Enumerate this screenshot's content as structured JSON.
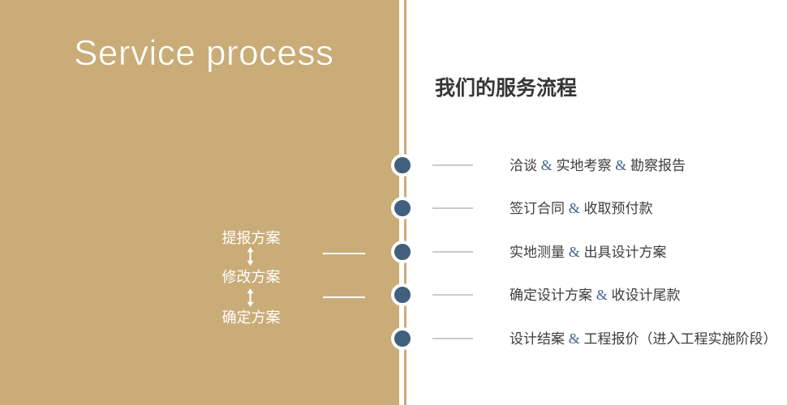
{
  "slide": {
    "title_en": "Service process",
    "heading_zh": "我们的服务流程",
    "revision_loop": {
      "steps": [
        "提报方案",
        "修改方案",
        "确定方案"
      ]
    },
    "process_steps": [
      "洽谈 & 实地考察 & 勘察报告",
      "签订合同 & 收取预付款",
      "实地测量 & 出具设计方案",
      "确定设计方案 & 收设计尾款",
      "设计结案 & 工程报价（进入工程实施阶段）"
    ],
    "colors": {
      "gold": "#caac78",
      "dot_navy": "#40607e",
      "ampersand_blue": "#47628f",
      "step_text": "#3d3d3d",
      "heading_text": "#363636",
      "tick_gray": "#cbcbcb",
      "white": "#ffffff"
    }
  }
}
